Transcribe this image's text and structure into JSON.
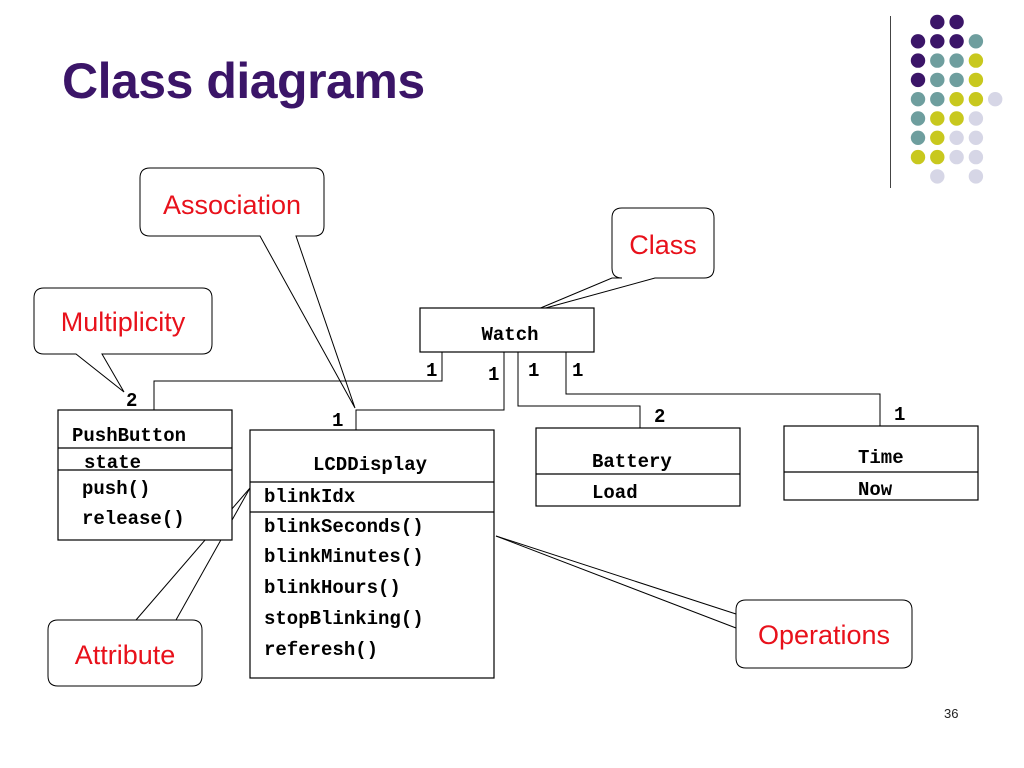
{
  "slide": {
    "title": "Class diagrams",
    "page_number": "36"
  },
  "decoration": {
    "dot_colors": {
      "purple": "#3b1568",
      "teal": "#6e9e9e",
      "yellow": "#c8c81e",
      "lavender": "#d6d6e6"
    }
  },
  "callouts": {
    "association": "Association",
    "class": "Class",
    "multiplicity": "Multiplicity",
    "attribute": "Attribute",
    "operations": "Operations"
  },
  "classes": {
    "watch": {
      "name": "Watch"
    },
    "pushbutton": {
      "name": "PushButton",
      "attribute": "state",
      "ops": [
        "push()",
        "release()"
      ]
    },
    "lcddisplay": {
      "name": "LCDDisplay",
      "attribute": "blinkIdx",
      "ops": [
        "blinkSeconds()",
        "blinkMinutes()",
        "blinkHours()",
        "stopBlinking()",
        "referesh()"
      ]
    },
    "battery": {
      "name": "Battery",
      "attribute": "Load"
    },
    "time": {
      "name": "Time",
      "attribute": "Now"
    }
  },
  "multiplicities": {
    "watch_pushbutton": "1",
    "watch_lcd": "1",
    "watch_battery": "1",
    "watch_time": "1",
    "pushbutton_end": "2",
    "lcd_end": "1",
    "battery_end": "2",
    "time_end": "1"
  }
}
